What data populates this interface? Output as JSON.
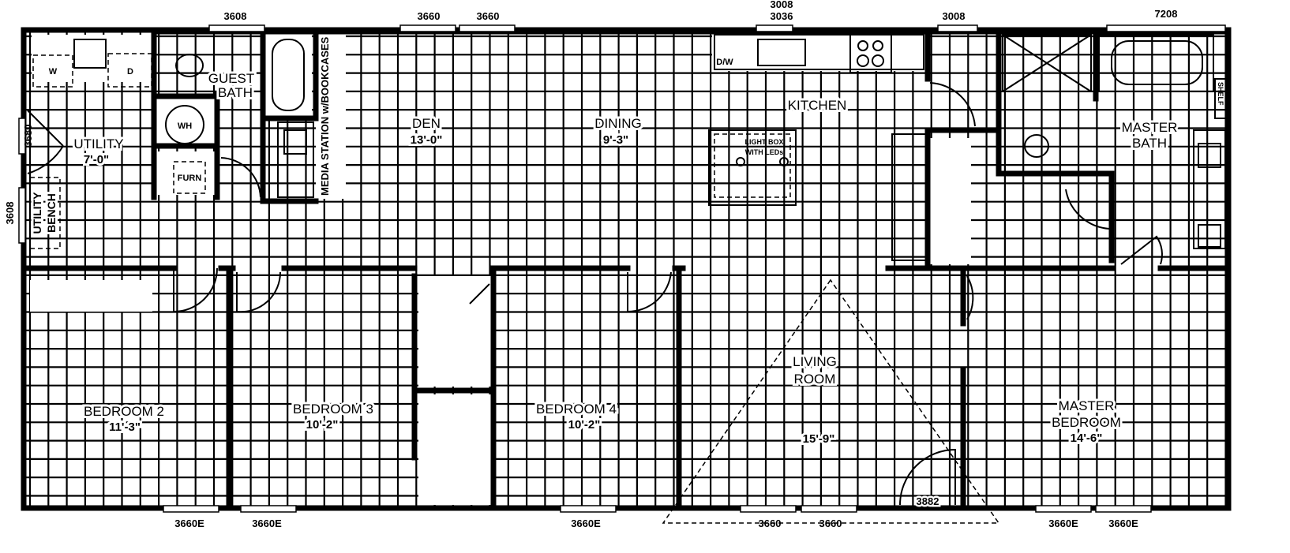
{
  "rooms": {
    "utility": {
      "name": "UTILITY",
      "size": "7'-0\""
    },
    "guest_bath": {
      "line1": "GUEST",
      "line2": "BATH"
    },
    "media_station": "MEDIA STATION w/BOOKCASES",
    "utility_bench": {
      "line1": "UTILITY",
      "line2": "BENCH"
    },
    "den": {
      "name": "DEN",
      "size": "13'-0\""
    },
    "dining": {
      "name": "DINING",
      "size": "9'-3\""
    },
    "kitchen": {
      "name": "KITCHEN"
    },
    "master_bath": {
      "line1": "MASTER",
      "line2": "BATH"
    },
    "bedroom2": {
      "name": "BEDROOM 2",
      "size": "11'-3\""
    },
    "bedroom3": {
      "name": "BEDROOM 3",
      "size": "10'-2\""
    },
    "bedroom4": {
      "name": "BEDROOM 4",
      "size": "10'-2\""
    },
    "living_room": {
      "line1": "LIVING",
      "line2": "ROOM",
      "size": "15'-9\""
    },
    "master_bedroom": {
      "line1": "MASTER",
      "line2": "BEDROOM",
      "size": "14'-6\""
    }
  },
  "fixtures": {
    "washer": "W",
    "dryer": "D",
    "water_heater": "WH",
    "furnace": "FURN",
    "dishwasher": "D/W",
    "island_line1": "LIGHT BOX",
    "island_line2": "WITH LEDs",
    "shelf": "SHELF"
  },
  "windows": {
    "top": [
      "3608",
      "3660",
      "3660",
      "3008",
      "3036",
      "3008",
      "7208"
    ],
    "left": [
      "3680",
      "3608"
    ],
    "bottom": [
      "3660E",
      "3660E",
      "3660E",
      "3660",
      "3660",
      "3882",
      "3660E",
      "3660E"
    ]
  }
}
